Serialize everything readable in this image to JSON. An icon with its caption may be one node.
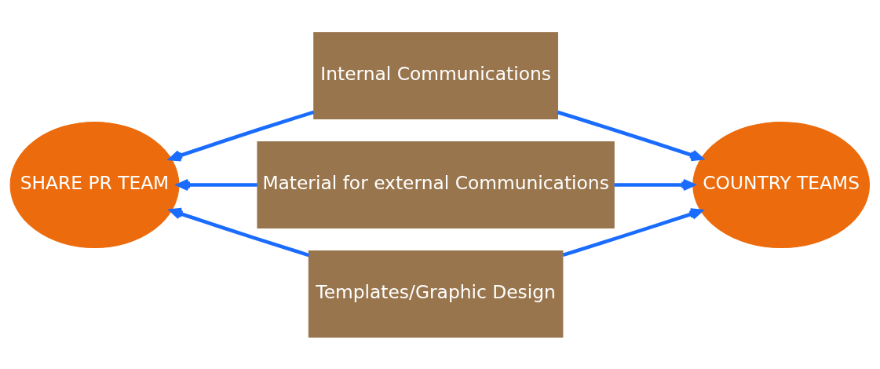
{
  "diagram": {
    "nodes": [
      {
        "text": [
          "SHARE PR TEAM"
        ]
      },
      {
        "text": [
          "Internal Communications"
        ]
      },
      {
        "text": [
          "Material for external Communications"
        ]
      },
      {
        "text": [
          "Templates/Graphic Design"
        ]
      },
      {
        "text": [
          "COUNTRY TEAMS"
        ]
      }
    ],
    "edges": [
      {
        "from": 1,
        "to": 0,
        "arrow": "to"
      },
      {
        "from": 1,
        "to": 4,
        "arrow": "to"
      },
      {
        "from": 2,
        "to": 0,
        "arrow": "to"
      },
      {
        "from": 2,
        "to": 4,
        "arrow": "to"
      },
      {
        "from": 3,
        "to": 0,
        "arrow": "to"
      },
      {
        "from": 3,
        "to": 4,
        "arrow": "to"
      }
    ]
  }
}
